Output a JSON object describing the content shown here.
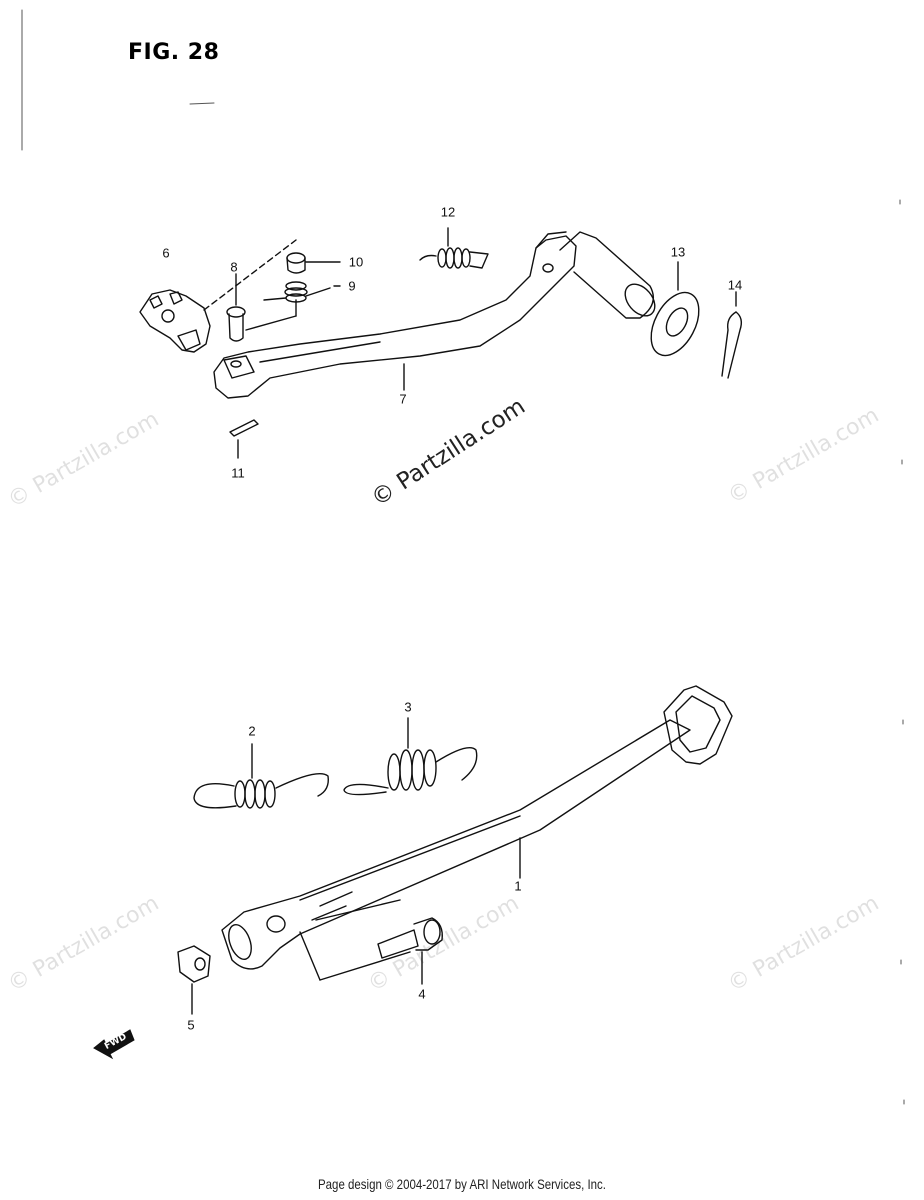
{
  "figure": {
    "title": "FIG. 28"
  },
  "callouts": {
    "c1": "1",
    "c2": "2",
    "c3": "3",
    "c4": "4",
    "c5": "5",
    "c6": "6",
    "c7": "7",
    "c8": "8",
    "c9": "9",
    "c10": "10",
    "c11": "11",
    "c12": "12",
    "c13": "13",
    "c14": "14"
  },
  "watermarks": {
    "center": "© Partzilla.com",
    "faint": "© Partzilla.com"
  },
  "direction_badge": {
    "label": "FWD",
    "icon": "forward-arrow-icon"
  },
  "footer": {
    "text": "Page design © 2004-2017 by ARI Network Services, Inc."
  }
}
